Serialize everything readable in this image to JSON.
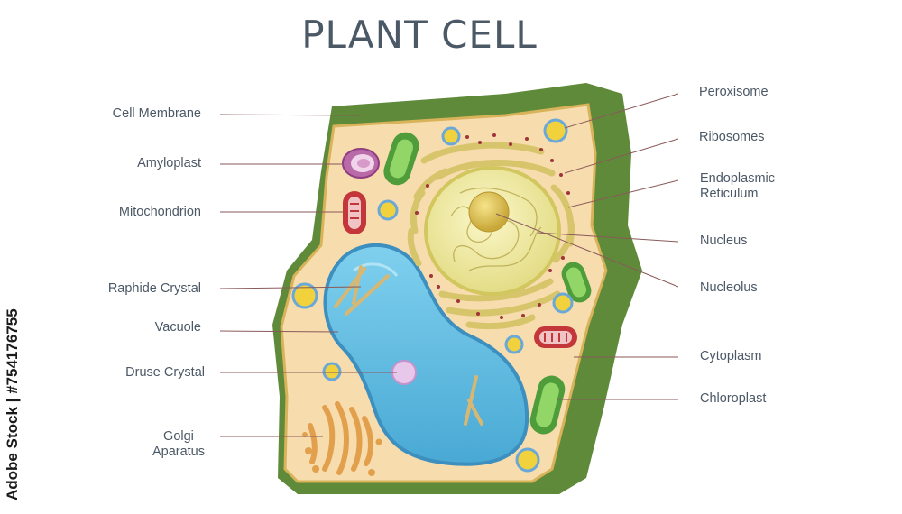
{
  "title": "PLANT CELL",
  "labels_left": [
    {
      "id": "cell-membrane",
      "text": "Cell Membrane"
    },
    {
      "id": "amyloplast",
      "text": "Amyloplast"
    },
    {
      "id": "mitochondrion",
      "text": "Mitochondrion"
    },
    {
      "id": "raphide-crystal",
      "text": "Raphide Crystal"
    },
    {
      "id": "vacuole",
      "text": "Vacuole"
    },
    {
      "id": "druse-crystal",
      "text": "Druse Crystal"
    },
    {
      "id": "golgi-aparatus",
      "text": "Golgi\nAparatus"
    }
  ],
  "labels_right": [
    {
      "id": "peroxisome",
      "text": "Peroxisome"
    },
    {
      "id": "ribosomes",
      "text": "Ribosomes"
    },
    {
      "id": "endoplasmic-reticulum",
      "text": "Endoplasmic\nReticulum"
    },
    {
      "id": "nucleus",
      "text": "Nucleus"
    },
    {
      "id": "nucleolus",
      "text": "Nucleolus"
    },
    {
      "id": "cytoplasm",
      "text": "Cytoplasm"
    },
    {
      "id": "chloroplast",
      "text": "Chloroplast"
    }
  ],
  "watermark": "Adobe Stock | #754176755",
  "colors": {
    "cell_wall": "#5f8a3a",
    "cytoplasm": "#f7dcae",
    "membrane": "#d8b35a",
    "vacuole": "#5db7dc",
    "chloroplast": "#6cbf4a",
    "nucleus": "#ecea98",
    "text": "#4b5866",
    "leader": "#8a5a5a"
  }
}
